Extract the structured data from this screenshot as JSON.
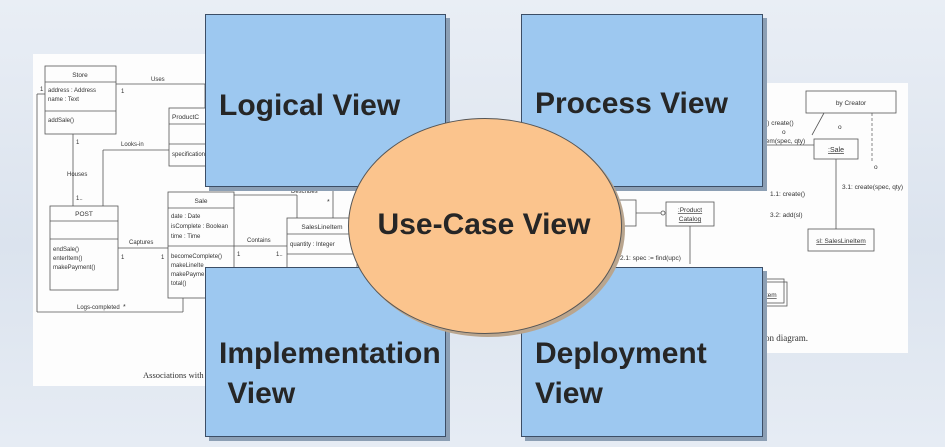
{
  "views": {
    "logical": "Logical View",
    "process": "Process View",
    "implementation": "Implementation\n View",
    "deployment": "Deployment\nView",
    "usecase": "Use-Case View"
  },
  "left_diagram": {
    "store": {
      "name": "Store",
      "attrs": [
        "address : Address",
        "name : Text"
      ],
      "ops": [
        "addSale()"
      ]
    },
    "pc_name": "ProductC",
    "pc_attr": "specification",
    "post": {
      "name": "POST",
      "ops": [
        "endSale()",
        "enterItem()",
        "makePayment()"
      ]
    },
    "sale": {
      "name": "Sale",
      "attrs": [
        "date : Date",
        "isComplete : Boolean",
        "time : Time"
      ],
      "ops": [
        "becomeComplete()",
        "makeLineIte",
        "makePayme",
        "total()"
      ]
    },
    "sli": {
      "name": "SalesLineItem",
      "attr": "quantity : Integer"
    },
    "assoc": {
      "uses": "Uses",
      "looks_in": "Looks-in",
      "houses": "Houses",
      "captures": "Captures",
      "contains": "Contains",
      "describes": "Describes",
      "logs": "Logs-completed"
    },
    "mult_star": "*",
    "mult_one": "1",
    "mult_one_dots": "1..",
    "caption": "Associations with"
  },
  "middle_fragment": {
    "catalog": [
      ":Product",
      "Catalog"
    ],
    "msg": "2.1: spec := find(upc)"
  },
  "right_diagram": {
    "creator": "by Creator",
    "msg_create": "s) create()",
    "msg_item": "tem(spec, qty)",
    "sale": ":Sale",
    "m11": "1.1: create()",
    "m32": "3.2: add(sl)",
    "m31": "3.1: create(spec, qty)",
    "sli": "sl: SalesLineItem",
    "o": "o",
    "item": "Item",
    "caption": "tion diagram."
  }
}
